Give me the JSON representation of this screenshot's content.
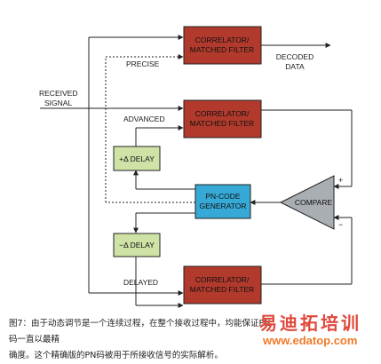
{
  "blocks": {
    "correlator_precise": [
      "CORRELATOR/",
      "MATCHED FILTER"
    ],
    "correlator_advanced": [
      "CORRELATOR/",
      "MATCHED FILTER"
    ],
    "correlator_delayed": [
      "CORRELATOR/",
      "MATCHED FILTER"
    ],
    "delay_plus": "+Δ DELAY",
    "delay_minus": "−Δ DELAY",
    "pn_generator": [
      "PN-CODE",
      "GENERATOR"
    ],
    "compare": "COMPARE"
  },
  "labels": {
    "received": [
      "RECEIVED",
      "SIGNAL"
    ],
    "decoded": [
      "DECODED",
      "DATA"
    ],
    "precise": "PRECISE",
    "advanced": "ADVANCED",
    "delayed": "DELAYED",
    "plus": "+",
    "minus": "−"
  },
  "caption": {
    "line1": "图7：由于动态调节是一个连续过程，在整个接收过程中，均能保证PN码一直以最精",
    "line2": "确度。这个精确版的PN码被用于所接收信号的实际解析。"
  },
  "watermark": {
    "text": "易迪拓培训",
    "url": "www.edatop.com"
  },
  "colors": {
    "correlator": "#b13a2c",
    "delay": "#cfe3a6",
    "pn_generator": "#37a9d6",
    "compare": "#a9aeb3",
    "line": "#222222"
  }
}
